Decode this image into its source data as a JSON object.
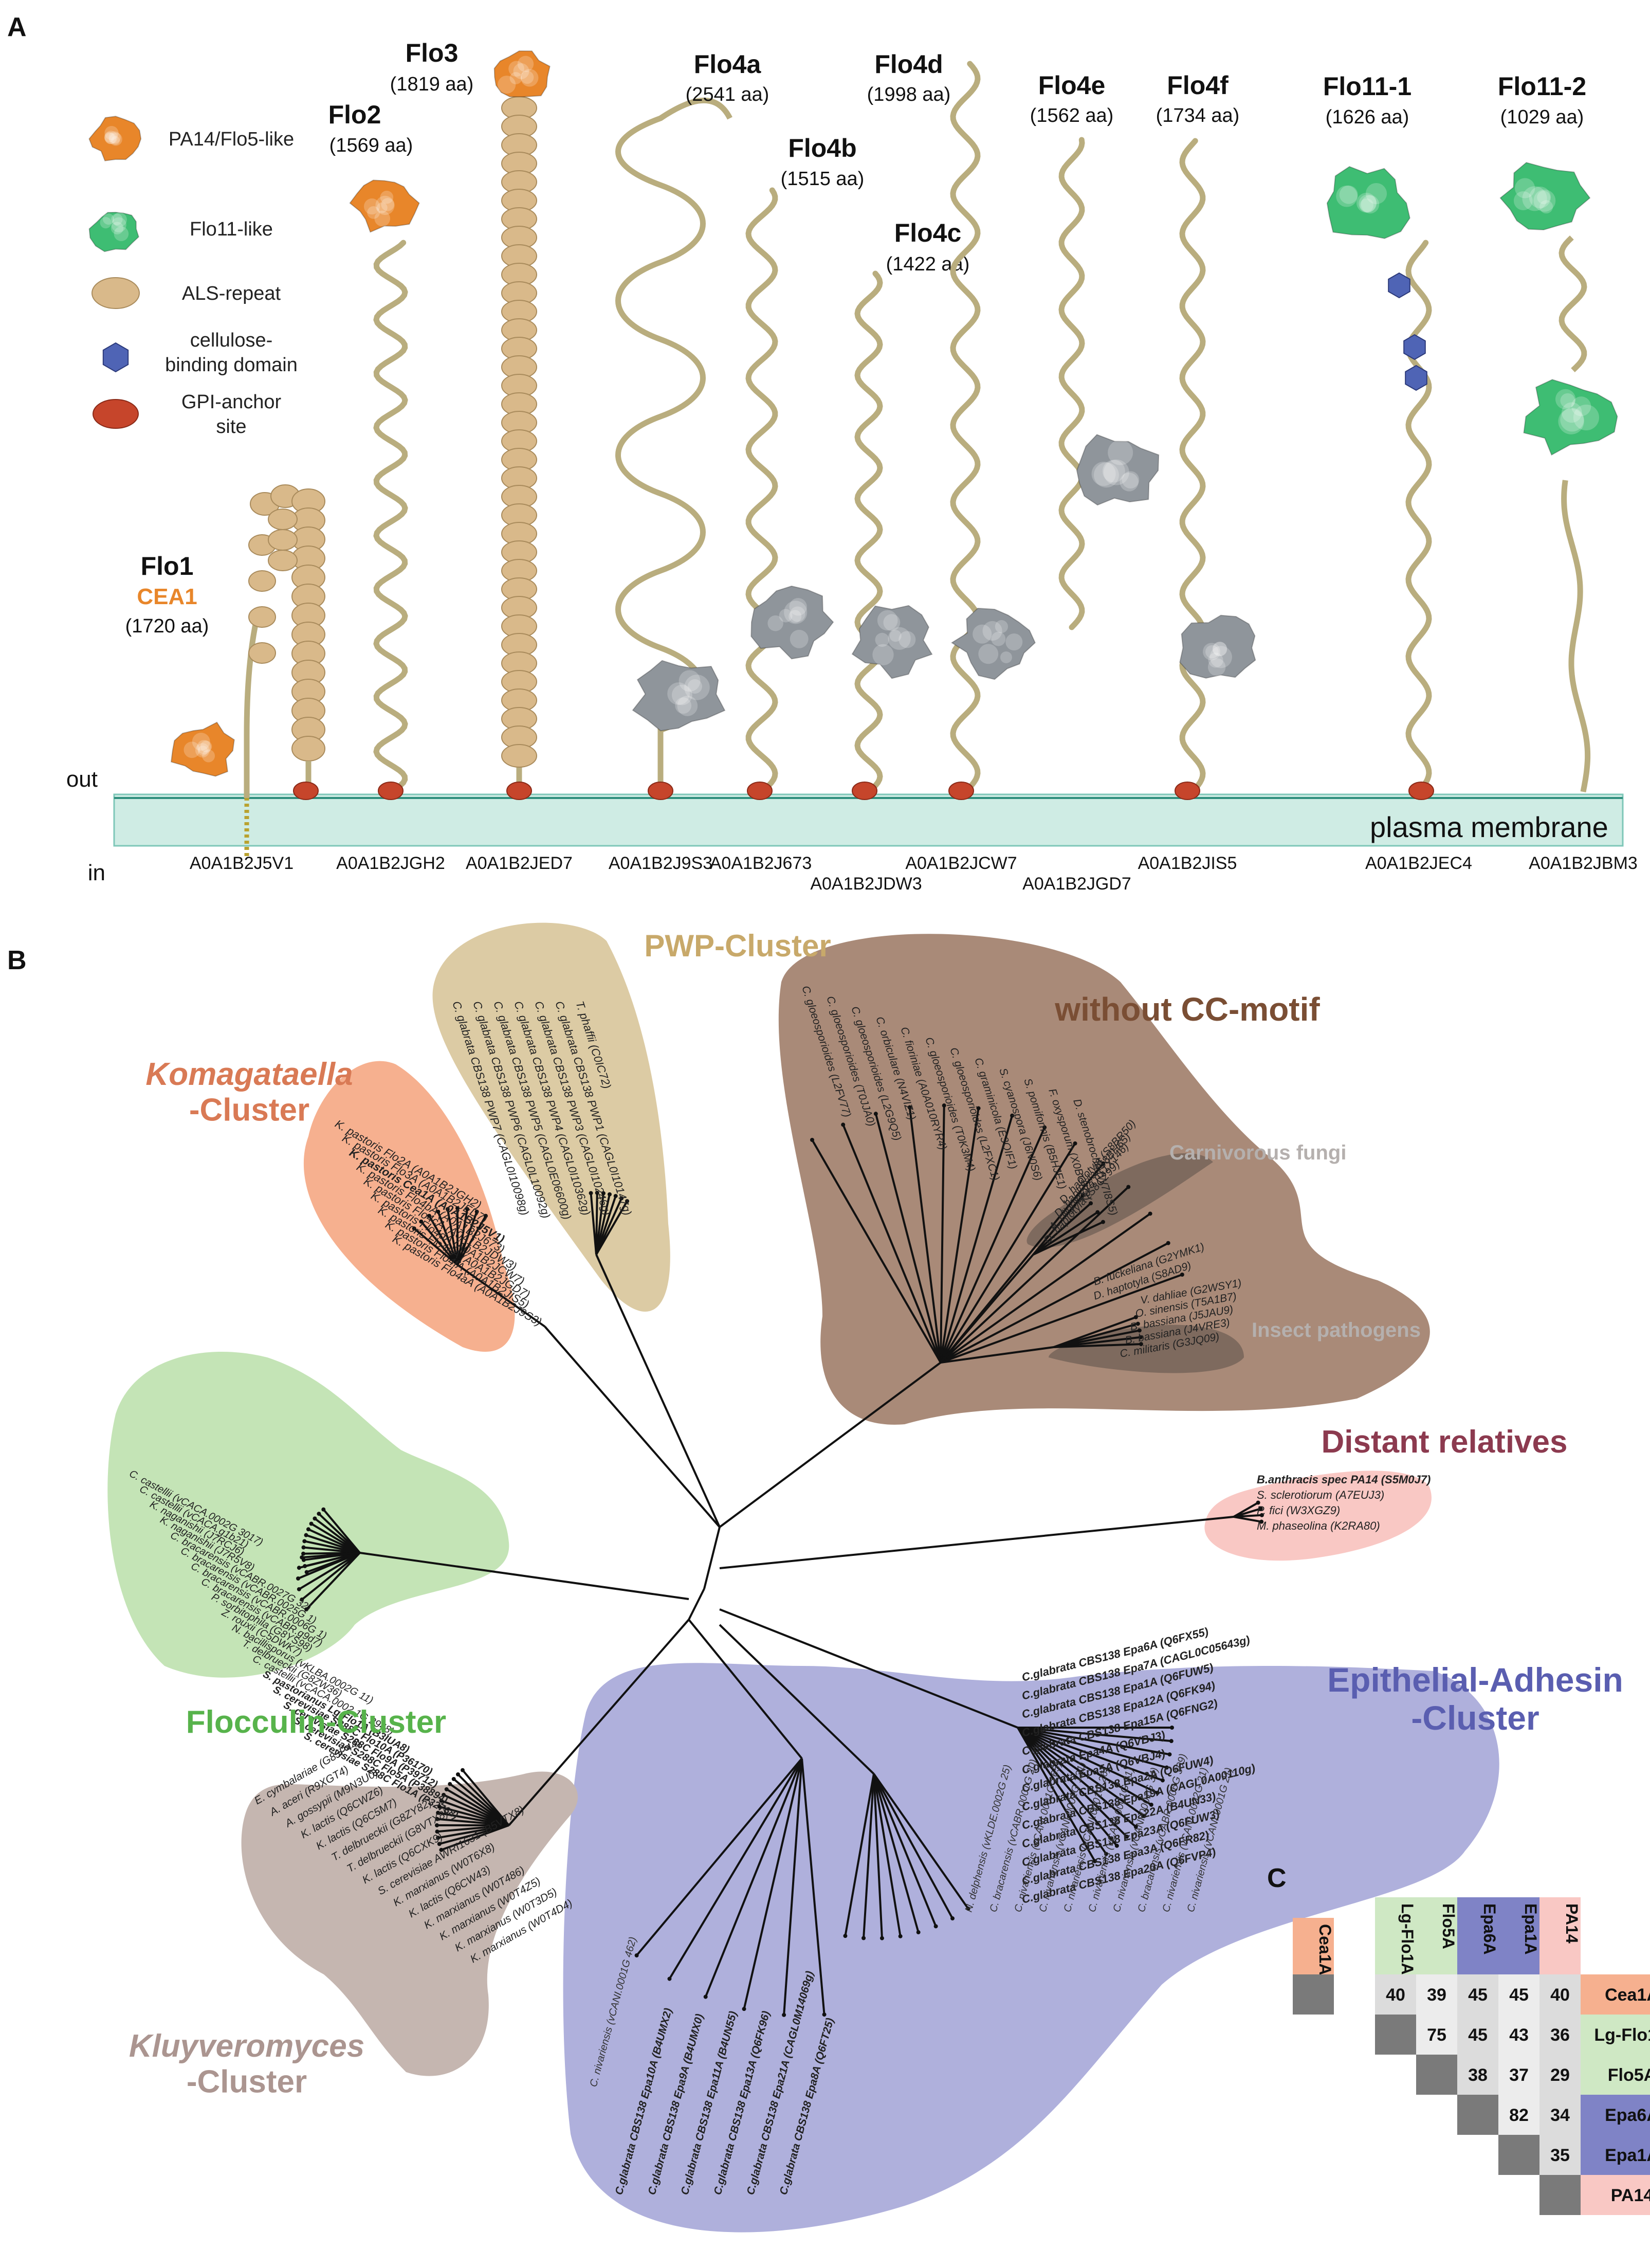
{
  "panels": {
    "a": "A",
    "b": "B",
    "c": "C"
  },
  "legend": [
    {
      "icon": "pa14",
      "label": [
        "PA14/Flo5-like"
      ]
    },
    {
      "icon": "flo11",
      "label": [
        "Flo11-like"
      ]
    },
    {
      "icon": "als",
      "label": [
        "ALS-repeat"
      ]
    },
    {
      "icon": "cbd",
      "label": [
        "cellulose-",
        "binding domain"
      ]
    },
    {
      "icon": "gpi",
      "label": [
        "GPI-anchor",
        "site"
      ]
    }
  ],
  "membrane": {
    "out": "out",
    "in": "in",
    "label": "plasma membrane"
  },
  "proteins": [
    {
      "name": "Flo1",
      "alt": "CEA1",
      "size": "(1720 aa)",
      "id": "A0A1B2J5V1"
    },
    {
      "name": "Flo2",
      "size": "(1569 aa)",
      "id": "A0A1B2JGH2"
    },
    {
      "name": "Flo3",
      "size": "(1819 aa)",
      "id": "A0A1B2JED7"
    },
    {
      "name": "Flo4a",
      "size": "(2541 aa)",
      "id": "A0A1B2J9S3"
    },
    {
      "name": "Flo4b",
      "size": "(1515 aa)",
      "id": "A0A1B2J673"
    },
    {
      "name": "Flo4c",
      "size": "(1422 aa)",
      "id": "A0A1B2JDW3"
    },
    {
      "name": "Flo4d",
      "size": "(1998 aa)",
      "id": "A0A1B2JCW7"
    },
    {
      "name": "Flo4e",
      "size": "(1562 aa)",
      "id": "A0A1B2JGD7"
    },
    {
      "name": "Flo4f",
      "size": "(1734 aa)",
      "id": "A0A1B2JIS5"
    },
    {
      "name": "Flo11-1",
      "size": "(1626 aa)",
      "id": "A0A1B2JEC4"
    },
    {
      "name": "Flo11-2",
      "size": "(1029 aa)",
      "id": "A0A1B2JBM3"
    }
  ],
  "clusters": [
    {
      "key": "pwp",
      "title": [
        "PWP-Cluster"
      ],
      "color": "#dccba4",
      "text_color": "#c8a96a",
      "leaves": [
        "C. glabrata CBS138 PWP7 (CAGL0I10098g)",
        "C. glabrata CBS138 PWP6 (CAGL0L10092g)",
        "C. glabrata CBS138 PWP5 (CAGL0E06600g)",
        "C. glabrata CBS138 PWP4 (CAGL0I10362g)",
        "C. glabrata CBS138 PWP3 (CAGL0I10246g)",
        "C. glabrata CBS138 PWP1 (CAGL0I10147g)",
        "T. phaffii (C0IC72)"
      ]
    },
    {
      "key": "koma",
      "title": [
        "Komagataella",
        "-Cluster"
      ],
      "color": "#f6b08f",
      "text_color": "#d97a55",
      "leaves": [
        "K. pastoris Flo2A (A0A1B2JGH2)",
        "K. pastoris Flo3A (A0A1B2JED7)",
        "K. pastoris Cea1A (A0A1B2J5V1)",
        "K. pastoris Flo4bA (A0A1B2J673)",
        "K. pastoris Flo4cA (A0A1B2JDW3)",
        "K. pastoris Flo4dA (A0A1B2JCW7)",
        "K. pastoris Flo4eA (A0A1B2JGD7)",
        "K. pastoris Flo4fA (A0A1B2JIS5)",
        "K. pastoris Flo4aA (A0A1B2J9S3)"
      ]
    },
    {
      "key": "nocc",
      "title": [
        "without CC-motif"
      ],
      "color": "#a98a78",
      "text_color": "#7a4e34",
      "leaves": [
        "C. gloeosporioides (L2FV77)",
        "C. gloeosporioides (T0JJA0)",
        "C. gloeosporioides (L2G9Q5)",
        "C. orbiculare (N4VIZ1)",
        "C. fioriniae (A0A010RYR4)",
        "C. gloeosporioides (T0K3M4)",
        "C. gloeosporioides (L2FXC1)",
        "C. graminicola (E3QIF1)",
        "S. cyanospora (J6N0S6)",
        "S. pomiformis (B5HJE1)",
        "F. oxysporum (X0BGR3)",
        "D. stenobrocha (W7I8S5)"
      ],
      "subgroups": [
        {
          "label": "Carnivorous fungi",
          "leaves": [
            "D. haptotyla (S8C299)",
            "A. oligospora (G1X146)",
            "D. haptotyla (S8BH65)",
            "D. haptotyla (S8BR50)"
          ]
        },
        {
          "label": "Insect pathogens",
          "leaves": [
            "C. militaris (G3JQ09)",
            "B. bassiana (J4VRE3)",
            "B. bassiana (J5JAU9)",
            "O. sinensis (T5A1B7)",
            "V. dahliae (G2WSY1)"
          ]
        }
      ],
      "extra": [
        "B. fuckeliana (G2YMK1)",
        "D. haptotyla (S8AD9)"
      ]
    },
    {
      "key": "distant",
      "title": [
        "Distant relatives"
      ],
      "color": "#f9c8c4",
      "text_color": "#8c3a4f",
      "leaves": [
        "B.anthracis spec PA14 (S5M0J7)",
        "S. sclerotiorum (A7EUJ3)",
        "P. fici (W3XGZ9)",
        "M. phaseolina (K2RA80)"
      ]
    },
    {
      "key": "flocc",
      "title": [
        "Flocculin-Cluster"
      ],
      "color": "#c4e4b6",
      "text_color": "#57b34b",
      "leaves": [
        "C. castellii (vCACA.0002G 3017)",
        "C. castellii (vCACA.g1b21)",
        "K. naganishii (J7RCJ6)",
        "K. naganishii (J7R5V8)",
        "C. bracarensis (vCABR.0027G 32)",
        "C. bracarensis (vCABR.0025G 1)",
        "C. bracarensis (vCABR.0006G 1)",
        "C. bracarensis (vCABR.g9d7)",
        "P. sorbitophila (G8YS98)",
        "Z. rouxii (C5DWK7)",
        "N. bacillisporus (vKLBA.0002G 11)",
        "T. delbrueckii (G8ZW36)",
        "C. castellii (vCACA.0002 1G 2948)",
        "S. pastorianus Lg-Flo1A (B3IUA8)",
        "S. cerevisiae S288C Flo10A (P36170)",
        "S. cerevisiae S288C Flo9A (P39712)",
        "S. cerevisiae S288C Flo5A (P38894)",
        "S. cerevisiae S288C Flo1A (P32768)"
      ]
    },
    {
      "key": "epi",
      "title": [
        "Epithelial-Adhesin",
        "-Cluster"
      ],
      "color": "#afb0dc",
      "text_color": "#5a5eb0",
      "leaves": [
        "C.glabrata CBS138 Epa6A (Q6FX55)",
        "C.glabrata CBS138 Epa7A (CAGL0C05643g)",
        "C.glabrata CBS138 Epa1A (Q6FUW5)",
        "C.glabrata CBS138 Epa12A (Q6FK94)",
        "C.glabrata CBS138 Epa15A (Q6FNG2)",
        "C.glabrata Epa4A (Q6VBJ3)",
        "C.glabrata Epa5A (Q6VBJ4)",
        "C.glabrata CBS138 Epa2A (Q6FUW4)",
        "C.glabrata CBS138 Epa19A (CAGL0A00110g)",
        "C.glabrata CBS138 Epa22A (B4UN33)",
        "C.glabrata CBS138 Epa23A (Q6FUW3)",
        "C.glabrata CBS138 Epa3A (Q6FR82)",
        "C.glabrata CBS138 Epa20A (Q6FVP4)",
        "N. delphensis (vKLDE.0002G 25)",
        "C. bracarensis (vCABR.0001G 20)",
        "C. nivariensis (vCANI.0001G 165)",
        "C. nivariensis (vCANI.0001G 131)",
        "C. nivariensis (vCANI.0001G 26)",
        "C. nivariensis (vCANI.0001G 21)",
        "C. nivariensis (vCANI.0001G 34)",
        "C. bracarensis (vCABR.0006G 309)",
        "C. nivariensis (vCANI.0002G 21)",
        "C. nivariensis (vCANI.0001G 21)",
        "C.glabrata CBS138 Epa10A (B4UMX2)",
        "C.glabrata CBS138 Epa9A (B4UMX0)",
        "C.glabrata CBS138 Epa11A (B4UN55)",
        "C.glabrata CBS138 Epa13A (Q6FK96)",
        "C.glabrata CBS138 Epa21A (CAGL0M14069g)",
        "C.glabrata CBS138 Epa8A (Q6FT25)",
        "C. nivariensis (vCANI.0001G 462)"
      ]
    },
    {
      "key": "kluy",
      "title": [
        "Kluyveromyces",
        "-Cluster"
      ],
      "color": "#c5b6b0",
      "text_color": "#ab9590",
      "leaves": [
        "E. cymbalariae (G8JP44)",
        "A. aceri (R9XGT4)",
        "A. gossypii (M9N3U0)",
        "K. lactis (Q6CWZ6)",
        "K. lactis (Q6C5M7)",
        "T. delbrueckii (G8ZY82)",
        "T. delbrueckii (G8VTX8)",
        "K. lactis (Q6CXK9)",
        "S. cerevisiae AWRI1631 (B5VTX8)",
        "K. marxianus (W0T6X8)",
        "K. lactis (Q6CW43)",
        "K. marxianus (W0T486)",
        "K. marxianus (W0T4Z5)",
        "K. marxianus (W0T3D5)",
        "K. marxianus (W0T4D4)"
      ]
    }
  ],
  "matrix": {
    "labels": [
      "Cea1A",
      "Lg-Flo1A",
      "Flo5A",
      "Epa6A",
      "Epa1A",
      "PA14"
    ],
    "label_colors": [
      "#f6b08f",
      "#cfe8c4",
      "#cfe8c4",
      "#7f83c6",
      "#7f83c6",
      "#f9c8c4"
    ],
    "rows": [
      [
        null,
        40,
        39,
        45,
        45,
        40
      ],
      [
        null,
        null,
        75,
        45,
        43,
        36
      ],
      [
        null,
        null,
        null,
        38,
        37,
        29
      ],
      [
        null,
        null,
        null,
        null,
        82,
        34
      ],
      [
        null,
        null,
        null,
        null,
        null,
        35
      ],
      [
        null,
        null,
        null,
        null,
        null,
        null
      ]
    ]
  },
  "colors": {
    "stalk": "#b9ad7e",
    "als": "#d9b98a",
    "pa14": "#e8862a",
    "flo11": "#3ebd73",
    "grey": "#8f959b",
    "gpi": "#c6452b",
    "cbd": "#4f64b5",
    "membrane": "#cfece4"
  }
}
